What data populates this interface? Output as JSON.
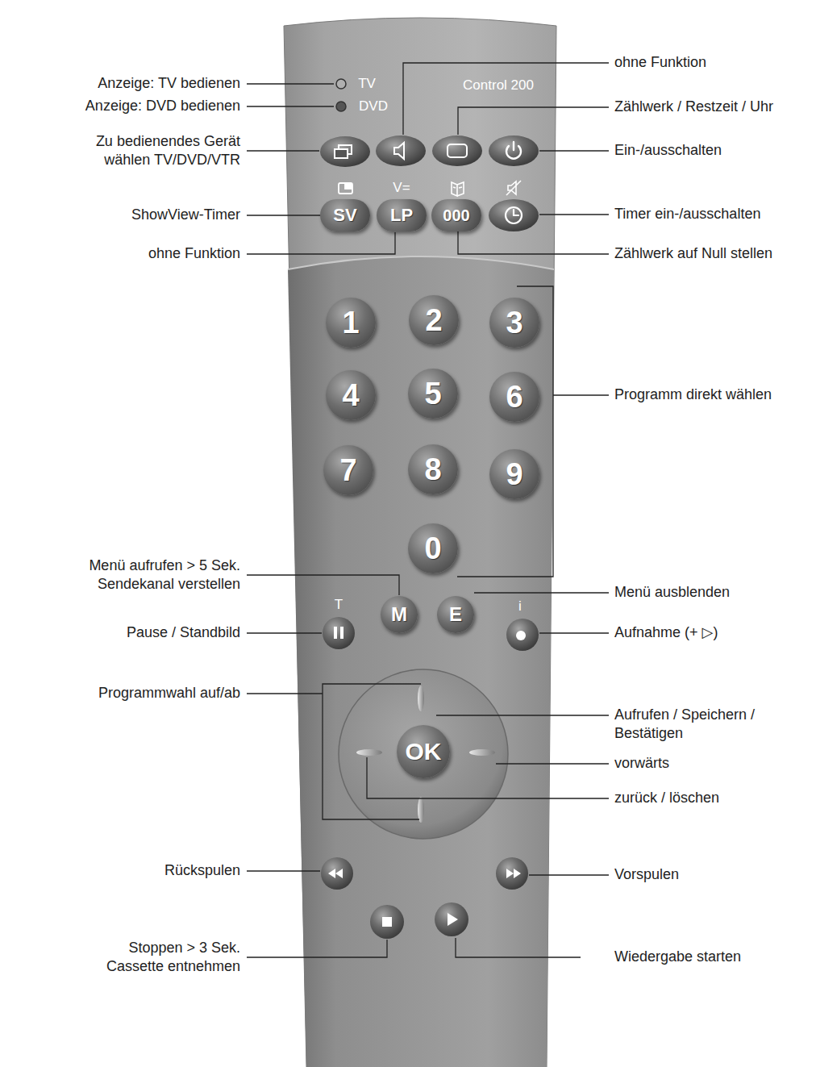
{
  "diagram": {
    "nodes": [
      {
        "text": [
          "SV"
        ]
      },
      {
        "text": [
          "LP"
        ]
      },
      {
        "text": [
          "000"
        ]
      },
      {
        "text": [
          "1"
        ]
      },
      {
        "text": [
          "2"
        ]
      },
      {
        "text": [
          "3"
        ]
      },
      {
        "text": [
          "4"
        ]
      },
      {
        "text": [
          "5"
        ]
      },
      {
        "text": [
          "6"
        ]
      },
      {
        "text": [
          "7"
        ]
      },
      {
        "text": [
          "8"
        ]
      },
      {
        "text": [
          "9"
        ]
      },
      {
        "text": [
          "0"
        ]
      },
      {
        "text": [
          "M"
        ]
      },
      {
        "text": [
          "E"
        ]
      },
      {
        "text": [
          "OK"
        ]
      }
    ],
    "labels": [
      "Anzeige: TV bedienen",
      "Anzeige: DVD bedienen",
      "Zu bedienendes Gerät wählen TV/DVD/VTR",
      "ShowView-Timer",
      "ohne Funktion",
      "Menü aufrufen > 5 Sek. Sendekanal verstellen",
      "Pause / Standbild",
      "Programmwahl auf/ab",
      "Rückspulen",
      "Stoppen > 3 Sek. Cassette entnehmen",
      "ohne Funktion",
      "Zählwerk / Restzeit / Uhr",
      "Ein-/ausschalten",
      "Timer ein-/ausschalten",
      "Zählwerk auf Null stellen",
      "Programm direkt wählen",
      "Menü ausblenden",
      "Aufnahme (+ ▷)",
      "Aufrufen / Speichern / Bestätigen",
      "vorwärts",
      "zurück / löschen",
      "Vorspulen",
      "Wiedergabe starten",
      "TV",
      "DVD",
      "Control 200",
      "V=",
      "T",
      "i"
    ]
  }
}
